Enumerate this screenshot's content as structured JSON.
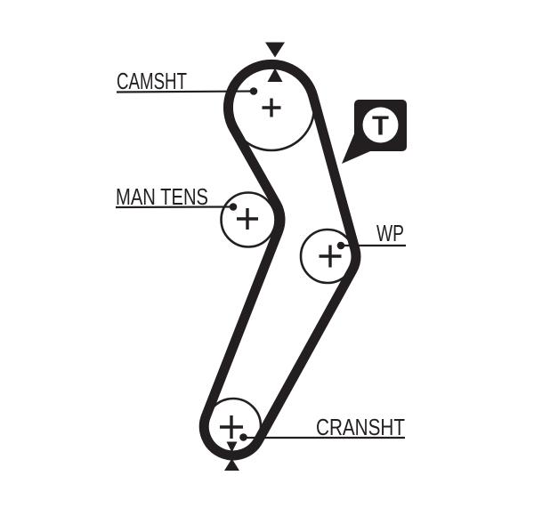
{
  "colors": {
    "ink": "#231f20",
    "background": "#ffffff"
  },
  "labels": {
    "camshaft": "CAMSHT",
    "manual_tensioner": "MAN TENS",
    "water_pump": "WP",
    "crankshaft": "CRANSHT"
  },
  "badge": {
    "letter": "T"
  }
}
